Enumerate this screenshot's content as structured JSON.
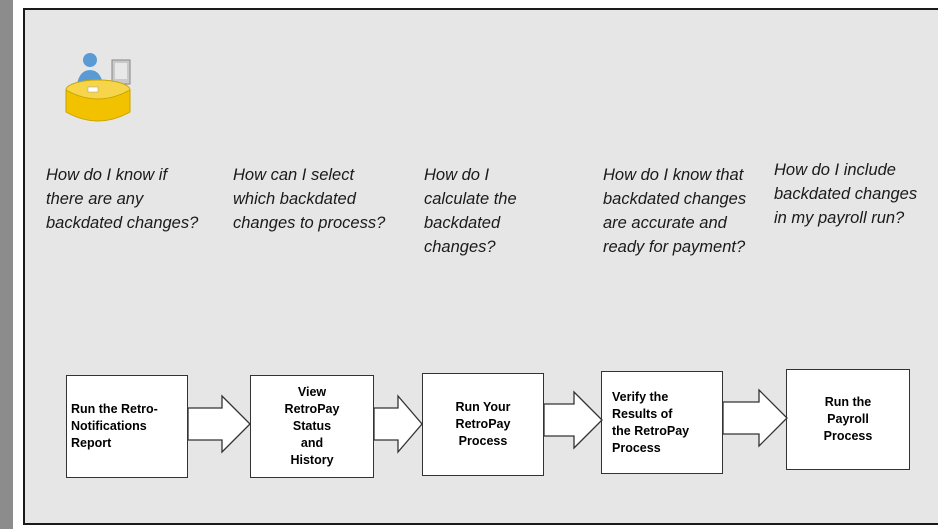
{
  "icon": {
    "name": "person-at-desk-icon"
  },
  "questions": [
    "How do I know if there are any backdated changes?",
    "How can I select which backdated changes to process?",
    "How do I calculate the backdated changes?",
    "How do I know that backdated changes are accurate and ready for payment?",
    "How do I include backdated changes in my payroll run?"
  ],
  "steps": [
    "Run the Retro-\nNotifications\nReport",
    "View\nRetroPay\nStatus\nand\nHistory",
    "Run Your\nRetroPay\nProcess",
    "Verify the\nResults of\nthe RetroPay\nProcess",
    "Run the\nPayroll\nProcess"
  ],
  "colors": {
    "panel": "#e6e6e6",
    "box_border": "#333333",
    "icon_yellow": "#f2c200",
    "icon_blue": "#5b9bd5"
  }
}
